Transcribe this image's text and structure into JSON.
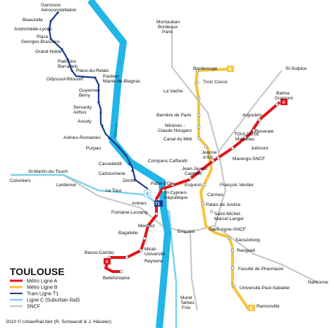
{
  "map": {
    "title": "TOULOUSE",
    "copyright": "2010 © UrbanRail.Net (R. Schwandl & J. Häseler)",
    "river": "Garonne",
    "colors": {
      "metro_a": "#e2141b",
      "metro_b": "#f7c43a",
      "tram_t1": "#1b3a8c",
      "ligne_c": "#7fd0ee",
      "sncf": "#c8c8c8",
      "river": "#22b5e8"
    },
    "legend": [
      {
        "key": "metro_a",
        "label": "Métro Ligne A"
      },
      {
        "key": "metro_b",
        "label": "Métro Ligne B"
      },
      {
        "key": "tram",
        "label": "Tram Ligne T1"
      },
      {
        "key": "ligne_c",
        "label": "Ligne C (Suburban Rail)"
      },
      {
        "key": "sncf",
        "label": "SNCF"
      }
    ],
    "badges": {
      "a": "A",
      "b": "B",
      "c": "C",
      "t1": "T1"
    },
    "stations": {
      "garossos": "Garossos",
      "aeroconstellation": "Aéroconstellation",
      "beauzelle": "Beauzelle",
      "andromede": "Andromède-Lycée",
      "place_gb_1": "Place",
      "place_gb_2": "Georges-Brassens",
      "grand_noble": "Grand-Noble",
      "patinoire_1": "Patinoire",
      "patinoire_2": "Barradels",
      "place_relais": "Place-du-Relais",
      "odyssud": "Odyssud-Ritouret",
      "pasteur_1": "Pasteur",
      "pasteur_2": "Mairie-de-Blagnac",
      "guyenne_1": "Guyenne",
      "guyenne_2": "Berry",
      "servanty_1": "Servanty",
      "servanty_2": "Airbus",
      "ancely": "Ancely",
      "arenes_romaines": "Arènes-Romaines",
      "purpan": "Purpan",
      "casselardit": "Casselardit",
      "cartoucherie": "Cartoucherie",
      "zenith": "Zénith",
      "st_martin": "St-Martin-du-Touch",
      "colomiers": "Colomiers",
      "lardenne": "Lardenne",
      "le_tour": "Le Touc",
      "arenes": "Arènes",
      "patte_doie": "Patte-d'Oie",
      "st_cyprien_1": "St-Cyprien-",
      "st_cyprien_2": "République",
      "fontaine": "Fontaine-Lestang",
      "mermoz": "Mermoz",
      "bagatelle": "Bagatelle",
      "mirail_1": "Mirail-",
      "mirail_2": "Université",
      "reynerie": "Reynerie",
      "basso_cambo": "Basso-Cambo",
      "bellefontaine": "Bellefontaine",
      "montauban_1": "Montauban",
      "montauban_2": "Bordeaux",
      "montauban_3": "Paris",
      "borderouge": "Borderouge",
      "trois_cocus": "Trois Cocus",
      "la_vache": "La Vache",
      "st_sulpice": "St-Sulpice",
      "barriere": "Barrière de Paris",
      "minimes_1": "Minimes -",
      "minimes_2": "Claude Nougaro",
      "canal_midi": "Canal du Midi",
      "compans": "Compans Caffarelli",
      "jeanne_1": "Jeanne",
      "jeanne_2": "d'Arc",
      "jean_jaures_1": "Jean-Jaurès",
      "jean_jaures_2": "Capitole",
      "esquirol": "Esquirol",
      "carmes": "Carmes",
      "palais": "Palais de Justice",
      "st_michel_1": "Saint-Michel-",
      "st_michel_2": "Marcel Langer",
      "st_agne": "Saint-Agne-SNCF",
      "saouzelong": "Saouzelong",
      "rangueil": "Rangueil",
      "faculte": "Faculté de Pharmacie",
      "upsabatier": "Université-Paul-Sabatier",
      "ramonville": "Ramonville",
      "empalot": "Empalot",
      "francois_verdier": "François Verdier",
      "marengo": "Marengo-SNCF",
      "toulouse_1": "TOULOUSE",
      "toulouse_2": "Matabiau",
      "jolimont": "Jolimont",
      "roseraie": "Roseraie",
      "argoulets": "Argoulets",
      "balma_1": "Balma",
      "balma_2": "Gramont",
      "muret_1": "Muret",
      "muret_2": "Tarbes",
      "muret_3": "Foix",
      "narbonne": "Narbonne"
    }
  }
}
